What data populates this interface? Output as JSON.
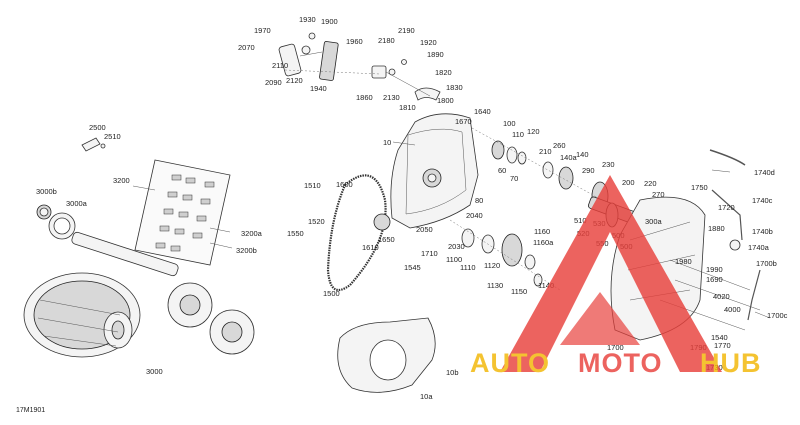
{
  "diagram": {
    "drawing_id": "17M1901",
    "callouts": [
      "1930",
      "1900",
      "1970",
      "2070",
      "1960",
      "2190",
      "2180",
      "1920",
      "1890",
      "2110",
      "2120",
      "2090",
      "1940",
      "1820",
      "1830",
      "1800",
      "1860",
      "2130",
      "1810",
      "1640",
      "1670",
      "10",
      "100",
      "110",
      "120",
      "2500",
      "2510",
      "210",
      "260",
      "140a",
      "140",
      "290",
      "230",
      "60",
      "70",
      "80",
      "3200",
      "1510",
      "1600",
      "3000b",
      "3000a",
      "200",
      "220",
      "270",
      "300a",
      "1740d",
      "1750",
      "1740c",
      "1720",
      "1880",
      "1740b",
      "1740a",
      "2040",
      "1520",
      "1550",
      "1610",
      "1650",
      "3200a",
      "3200b",
      "510",
      "530",
      "500",
      "550",
      "520",
      "500",
      "2050",
      "2030",
      "1160",
      "1160a",
      "1710",
      "1100",
      "1110",
      "1120",
      "1545",
      "1130",
      "1150",
      "1140",
      "1980",
      "1990",
      "1700b",
      "1690",
      "4020",
      "4000",
      "1700c",
      "1500",
      "1540",
      "1770",
      "1700",
      "1790",
      "1730",
      "3000",
      "10b",
      "10a"
    ]
  },
  "watermark": {
    "text_a": "AUTO",
    "text_b": "MOTO",
    "text_c": "HUB",
    "color_red": "#e8413c",
    "color_gold": "#f2b705"
  }
}
